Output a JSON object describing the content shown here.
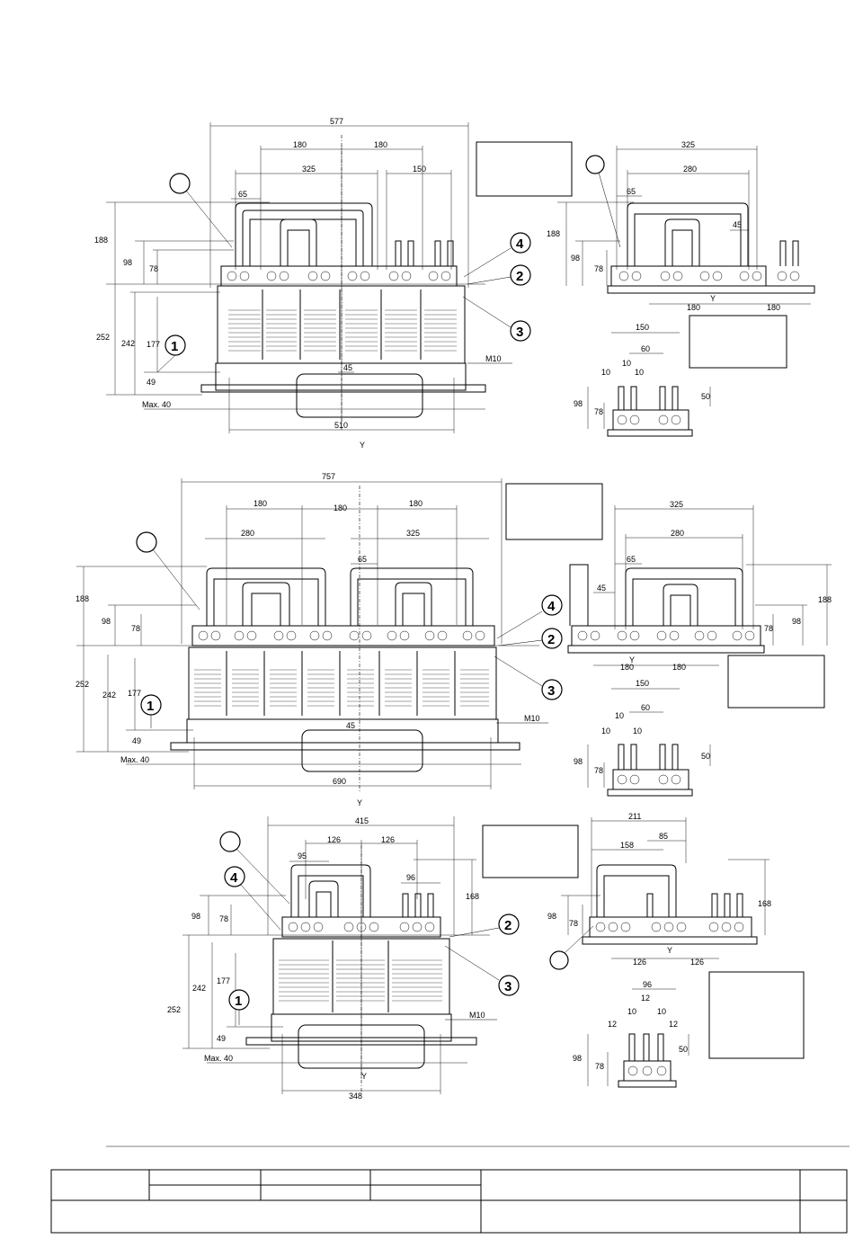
{
  "views": {
    "top": {
      "dims": {
        "overall": "577",
        "pitch_a": "180",
        "pitch_b": "180",
        "bus": "325",
        "term": "150",
        "offset": "65",
        "h188": "188",
        "h98": "98",
        "h78": "78",
        "h252": "252",
        "h242": "242",
        "h177": "177",
        "h49": "49",
        "max": "Max. 40",
        "gap45": "45",
        "base": "510",
        "axis": "Y",
        "bolt": "M10"
      },
      "callouts": [
        "1",
        "2",
        "3",
        "4"
      ],
      "side": {
        "bus": "325",
        "inner": "280",
        "offset": "65",
        "gap": "45",
        "h188": "188",
        "h98": "98",
        "h78": "78",
        "p1": "180",
        "p2": "180",
        "axis": "Y"
      },
      "detail": {
        "w150": "150",
        "w60": "60",
        "t10a": "10",
        "t10b": "10",
        "t10c": "10",
        "h50": "50",
        "h98": "98",
        "h78": "78"
      }
    },
    "middle": {
      "dims": {
        "overall": "757",
        "p1": "180",
        "p2": "180",
        "p3": "180",
        "bus_a": "280",
        "bus_b": "325",
        "offset": "65",
        "h188": "188",
        "h98": "98",
        "h78": "78",
        "h252": "252",
        "h242": "242",
        "h177": "177",
        "h49": "49",
        "max": "Max. 40",
        "gap45": "45",
        "base": "690",
        "axis": "Y",
        "bolt": "M10"
      },
      "callouts": [
        "1",
        "2",
        "3",
        "4"
      ],
      "side": {
        "bus": "325",
        "inner": "280",
        "offset": "65",
        "gap": "45",
        "h188": "188",
        "h98": "98",
        "h78": "78",
        "p1": "180",
        "p2": "180",
        "axis": "Y"
      },
      "detail": {
        "w150": "150",
        "w60": "60",
        "t10a": "10",
        "t10b": "10",
        "t10c": "10",
        "h50": "50",
        "h98": "98",
        "h78": "78"
      }
    },
    "bottom": {
      "dims": {
        "overall": "415",
        "p1": "126",
        "p2": "126",
        "bus": "95",
        "term": "96",
        "h168": "168",
        "h98": "98",
        "h78": "78",
        "h252": "252",
        "h242": "242",
        "h177": "177",
        "h49": "49",
        "max": "Max. 40",
        "base": "348",
        "axis": "Y",
        "bolt": "M10"
      },
      "callouts": [
        "1",
        "2",
        "3",
        "4"
      ],
      "side": {
        "w211": "211",
        "w158": "158",
        "w85": "85",
        "h168": "168",
        "h98": "98",
        "h78": "78",
        "p1": "126",
        "p2": "126",
        "axis": "Y"
      },
      "detail": {
        "w96": "96",
        "t12a": "12",
        "t10a": "10",
        "t10b": "10",
        "t12b": "12",
        "t12c": "12",
        "h50": "50",
        "h98": "98",
        "h78": "78"
      }
    }
  }
}
